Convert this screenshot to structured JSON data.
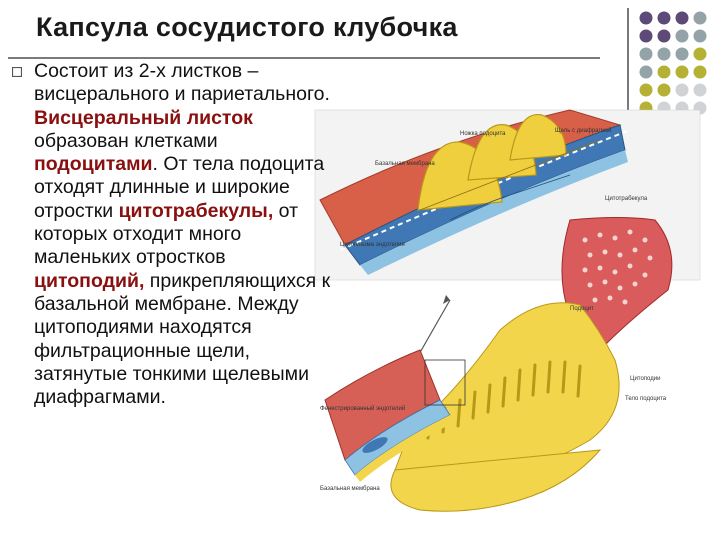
{
  "slide": {
    "title": "Капсула сосудистого клубочка",
    "paragraph": {
      "p1": "Состоит из 2-х  листков – висцерального и париетального.",
      "t1": "Висцеральный листок",
      "p2": " образован клетками ",
      "t2": "подоцитами",
      "p3": ". От тела подоцита отходят длинные и широкие отростки ",
      "t3": "цитотрабекулы,",
      "p4": " от которых отходит много маленьких отростков ",
      "t4": "цитоподий,",
      "p5": " прикрепляющихся к базальной мембране. Между цитоподиями находятся фильтрационные щели, затянутые тонкими щелевыми диафрагмами."
    }
  },
  "colors": {
    "accent_purple": "#5e4a78",
    "accent_gray": "#93a3a8",
    "accent_olive": "#b5b134",
    "light_gray": "#cfd3d6",
    "highlight_text": "#8a0f0f"
  }
}
